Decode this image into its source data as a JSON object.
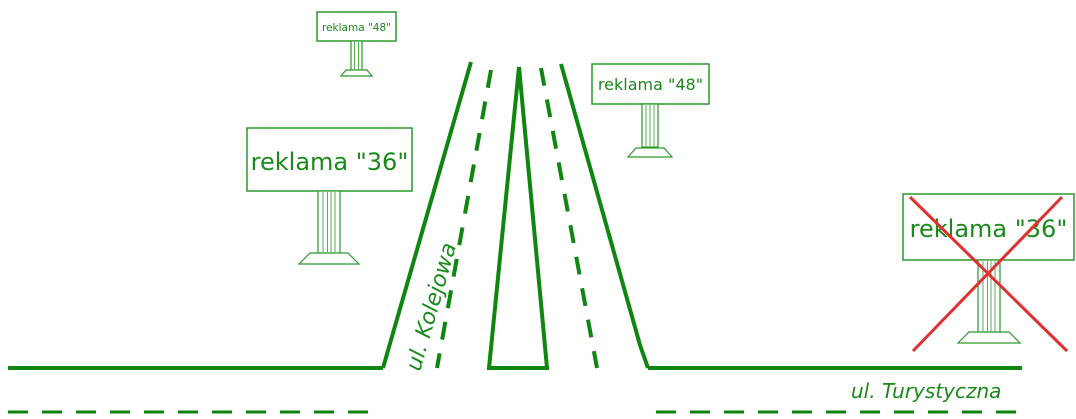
{
  "colors": {
    "green": "#0f860f",
    "sign_green": "#2a9a2a",
    "cross_red": "#e03030",
    "background": "#ffffff"
  },
  "billboards": {
    "small_top": {
      "label": "reklama \"48\""
    },
    "big_left": {
      "label": "reklama \"36\""
    },
    "mid_right": {
      "label": "reklama \"48\""
    },
    "crossed_right": {
      "label": "reklama \"36\"",
      "removed": true
    }
  },
  "streets": {
    "vertical": "ul. Kolejowa",
    "horizontal": "ul. Turystyczna"
  }
}
